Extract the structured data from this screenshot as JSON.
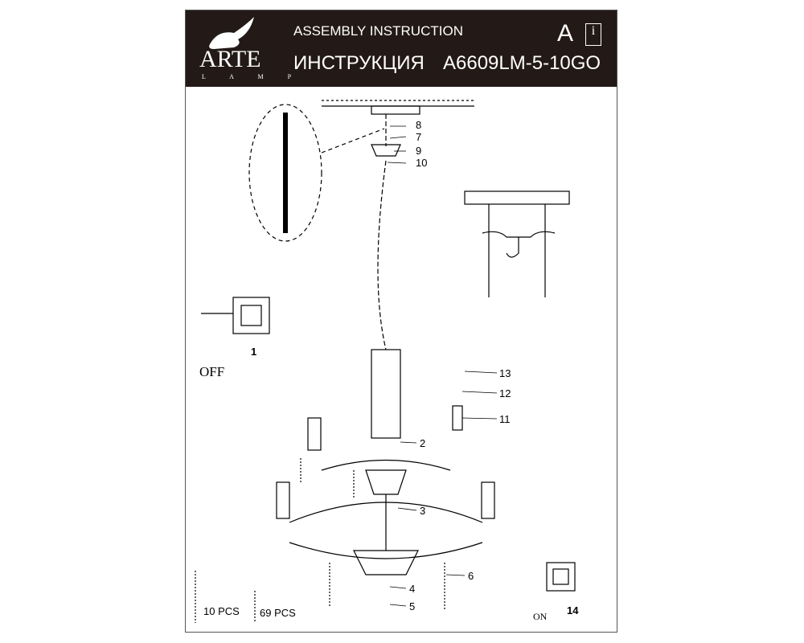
{
  "header": {
    "brand": "ARTE",
    "brand_sub": "L A M P",
    "title_en": "ASSEMBLY INSTRUCTION",
    "title_ru": "ИНСТРУКЦИЯ",
    "model": "A6609LM-5-10GO",
    "letter": "A",
    "info_icon": "info-book-icon"
  },
  "labels": {
    "p8": "8",
    "p7": "7",
    "p9": "9",
    "p10": "10",
    "p13": "13",
    "p12": "12",
    "p11": "11",
    "p2": "2",
    "p3": "3",
    "p6": "6",
    "p4": "4",
    "p5": "5",
    "p1": "1",
    "p14": "14",
    "off": "OFF",
    "on": "ON",
    "pcs10": "10 PCS",
    "pcs69": "69 PCS"
  }
}
